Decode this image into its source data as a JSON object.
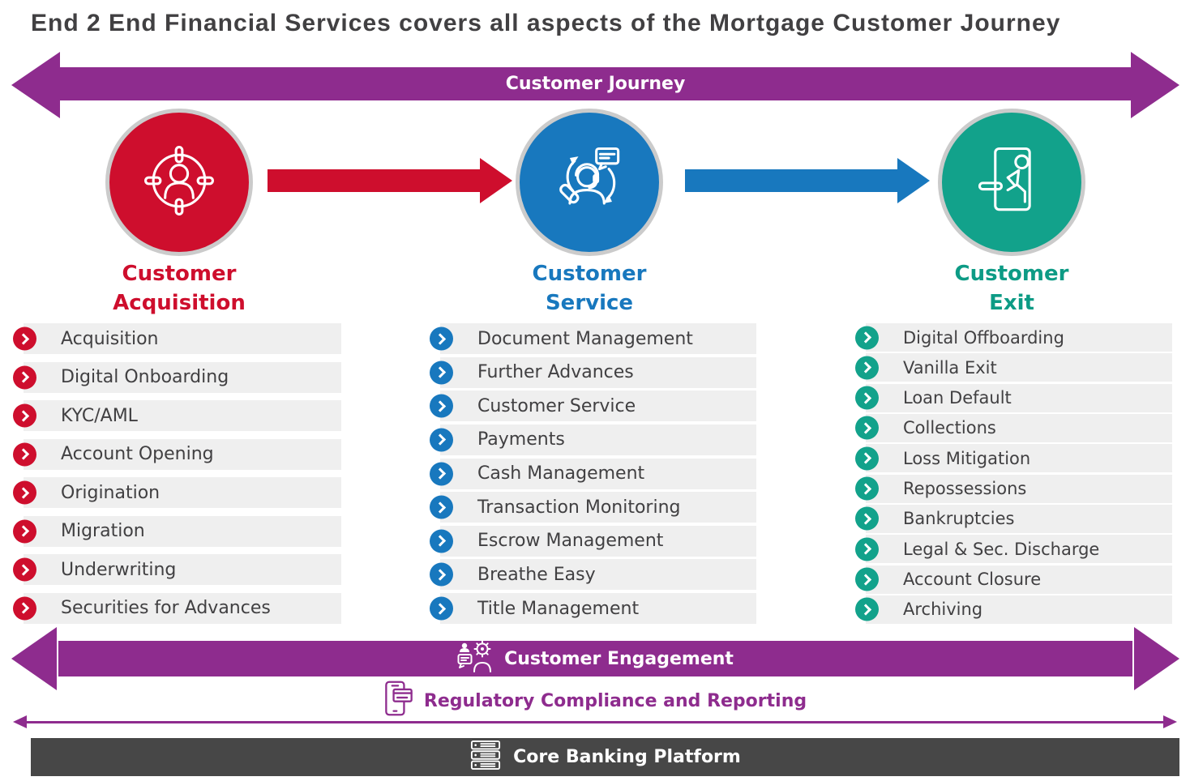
{
  "title": "End 2 End Financial Services covers all aspects of the Mortgage Customer Journey",
  "banners": {
    "journey": {
      "label": "Customer Journey"
    },
    "engagement": {
      "label": "Customer Engagement",
      "icon": "people-engagement-icon"
    },
    "regulatory": {
      "label": "Regulatory Compliance and Reporting",
      "icon": "mobile-card-icon"
    },
    "core_platform": {
      "label": "Core Banking Platform",
      "icon": "server-stack-icon"
    }
  },
  "stages": [
    {
      "name": "Customer Acquisition",
      "title_lines": [
        "Customer",
        "Acquisition"
      ],
      "icon": "target-customer-icon",
      "color": "#CE0E2D",
      "items": [
        "Acquisition",
        "Digital Onboarding",
        "KYC/AML",
        "Account Opening",
        "Origination",
        "Migration",
        "Underwriting",
        "Securities for Advances"
      ]
    },
    {
      "name": "Customer Service",
      "title_lines": [
        "Customer",
        "Service"
      ],
      "icon": "support-agent-icon",
      "color": "#1878BE",
      "items": [
        "Document Management",
        "Further Advances",
        "Customer Service",
        "Payments",
        "Cash Management",
        "Transaction Monitoring",
        "Escrow Management",
        "Breathe Easy",
        "Title Management"
      ]
    },
    {
      "name": "Customer Exit",
      "title_lines": [
        "Customer",
        "Exit"
      ],
      "icon": "exit-door-icon",
      "color": "#12A28B",
      "items": [
        "Digital Offboarding",
        "Vanilla Exit",
        "Loan Default",
        "Collections",
        "Loss Mitigation",
        "Repossessions",
        "Bankruptcies",
        "Legal & Sec. Discharge",
        "Account Closure",
        "Archiving"
      ]
    }
  ],
  "icons": {
    "bullet": "chevron-right-icon"
  },
  "colors": {
    "purple": "#8E2C8E",
    "red": "#CE0E2D",
    "blue": "#1878BE",
    "teal": "#12A28B",
    "tealText": "#0D9B85",
    "dark": "#474747",
    "rowbg": "#EFEFEF",
    "text": "#414042",
    "ring": "#CBCBCB"
  }
}
